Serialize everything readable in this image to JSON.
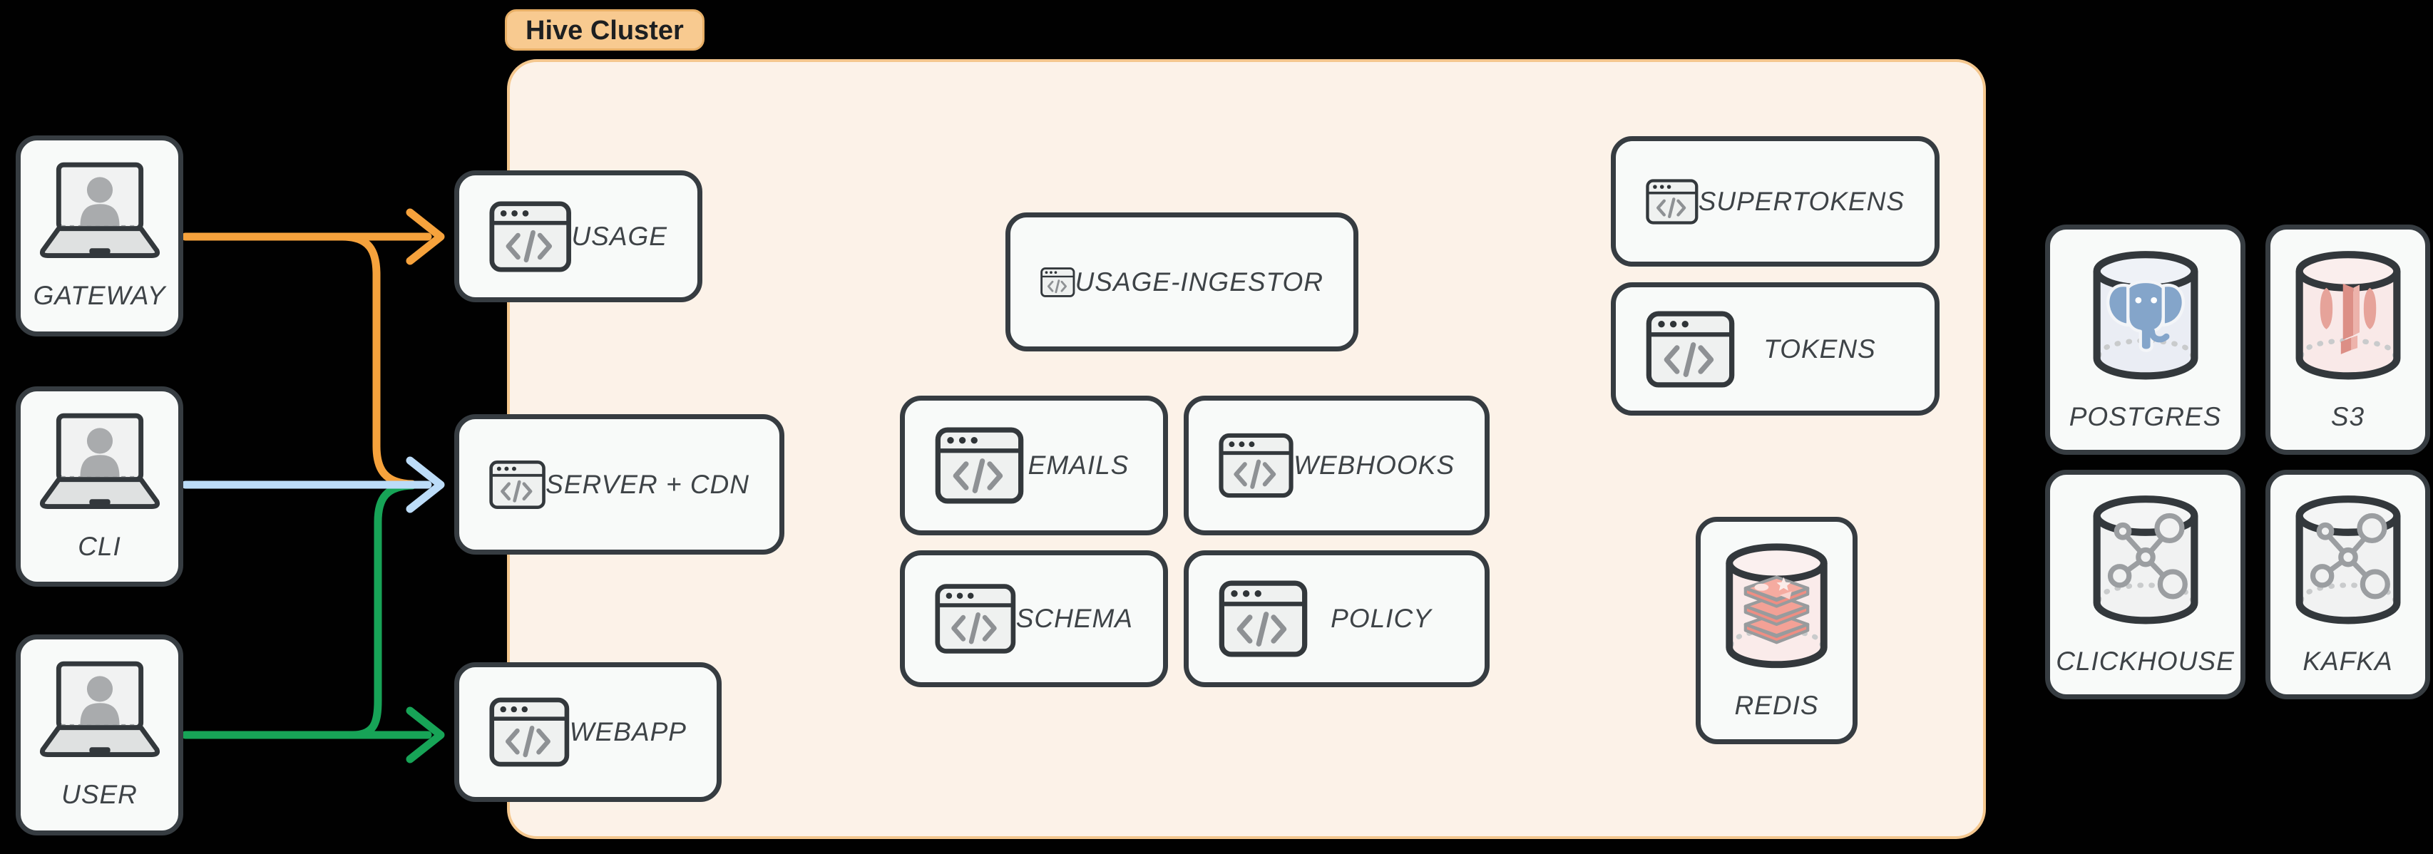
{
  "cluster": {
    "label": "Hive Cluster"
  },
  "nodes": {
    "gateway": {
      "label": "GATEWAY",
      "icon": "laptop-user-icon"
    },
    "cli": {
      "label": "CLI",
      "icon": "laptop-user-icon"
    },
    "user": {
      "label": "USER",
      "icon": "laptop-user-icon"
    },
    "usage": {
      "label": "USAGE",
      "icon": "code-window-icon"
    },
    "server_cdn": {
      "label": "SERVER + CDN",
      "icon": "code-window-icon"
    },
    "webapp": {
      "label": "WEBAPP",
      "icon": "code-window-icon"
    },
    "usage_ingestor": {
      "label": "USAGE-INGESTOR",
      "icon": "code-window-icon"
    },
    "emails": {
      "label": "EMAILS",
      "icon": "code-window-icon"
    },
    "webhooks": {
      "label": "WEBHOOKS",
      "icon": "code-window-icon"
    },
    "schema": {
      "label": "SCHEMA",
      "icon": "code-window-icon"
    },
    "policy": {
      "label": "POLICY",
      "icon": "code-window-icon"
    },
    "supertokens": {
      "label": "SUPERTOKENS",
      "icon": "code-window-icon"
    },
    "tokens": {
      "label": "TOKENS",
      "icon": "code-window-icon"
    },
    "redis": {
      "label": "REDIS",
      "icon": "redis-database-icon"
    },
    "postgres": {
      "label": "POSTGRES",
      "icon": "postgres-database-icon"
    },
    "s3": {
      "label": "S3",
      "icon": "s3-database-icon"
    },
    "clickhouse": {
      "label": "CLICKHOUSE",
      "icon": "graph-database-icon"
    },
    "kafka": {
      "label": "KAFKA",
      "icon": "graph-database-icon"
    }
  },
  "edges": [
    {
      "from": "GATEWAY",
      "to": "USAGE",
      "color": "#F6A23C"
    },
    {
      "from": "GATEWAY",
      "to": "SERVER + CDN",
      "color": "#F6A23C"
    },
    {
      "from": "CLI",
      "to": "SERVER + CDN",
      "color": "#BCDCF8"
    },
    {
      "from": "USER",
      "to": "WEBAPP",
      "color": "#17A457"
    },
    {
      "from": "USER",
      "to": "SERVER + CDN",
      "color": "#17A457"
    }
  ],
  "colors": {
    "background": "#010101",
    "cluster_fill": "#FCF2E8",
    "cluster_border": "#F4C78E",
    "tag_fill": "#F8CA90",
    "node_fill": "#F8FAF9",
    "node_border": "#363C41",
    "label_text": "#3E4347",
    "orange": "#F6A23C",
    "blue": "#BCDCF8",
    "green": "#17A457",
    "redis_pink": "#F19C92",
    "postgres_blue": "#84A5CA",
    "s3_red": "#DC8F86",
    "graph_gray": "#9B9EA1"
  }
}
